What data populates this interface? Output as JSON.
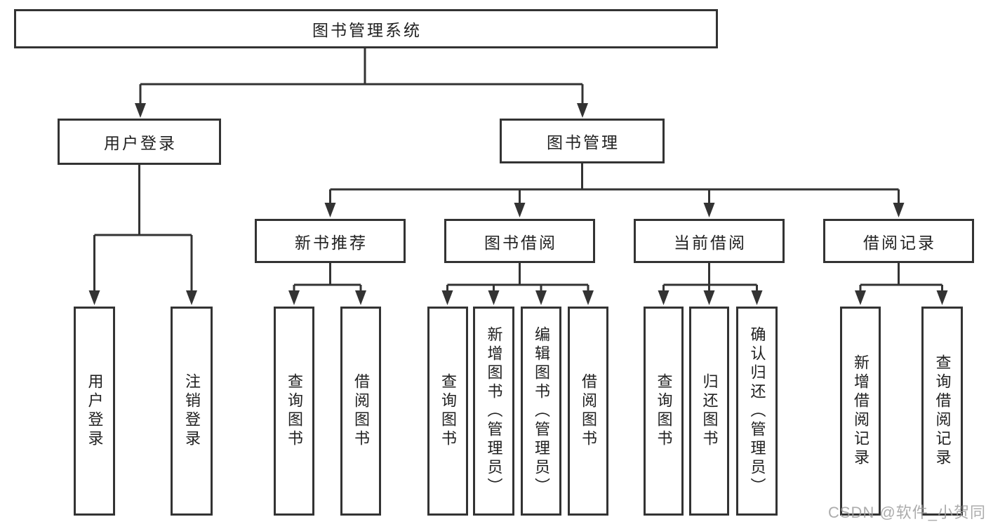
{
  "tree": {
    "label": "图书管理系统",
    "children": [
      {
        "label": "用户登录",
        "children": [
          {
            "label": "用户登录"
          },
          {
            "label": "注销登录"
          }
        ]
      },
      {
        "label": "图书管理",
        "children": [
          {
            "label": "新书推荐",
            "children": [
              {
                "label": "查询图书"
              },
              {
                "label": "借阅图书"
              }
            ]
          },
          {
            "label": "图书借阅",
            "children": [
              {
                "label": "查询图书"
              },
              {
                "label": "新增图书（管理员）"
              },
              {
                "label": "编辑图书（管理员）"
              },
              {
                "label": "借阅图书"
              }
            ]
          },
          {
            "label": "当前借阅",
            "children": [
              {
                "label": "查询图书"
              },
              {
                "label": "归还图书"
              },
              {
                "label": "确认归还（管理员）"
              }
            ]
          },
          {
            "label": "借阅记录",
            "children": [
              {
                "label": "新增借阅记录"
              },
              {
                "label": "查询借阅记录"
              }
            ]
          }
        ]
      }
    ]
  },
  "watermark": {
    "text": "CSDN @软件_小贺同学",
    "color": "#9e9e9e"
  },
  "colors": {
    "line": "#333333",
    "box_border": "#333333",
    "text": "#212121",
    "background": "#ffffff"
  }
}
